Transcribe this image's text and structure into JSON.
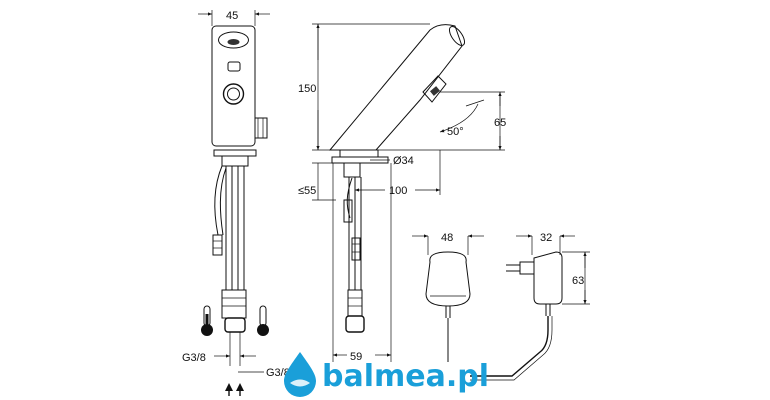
{
  "dimensions": {
    "front_width": "45",
    "height_total": "150",
    "spout_height": "65",
    "spout_angle": "50°",
    "base_diameter": "Ø34",
    "projection": "100",
    "min_depth": "≤55",
    "connection_spacing": "59",
    "thread_left": "G3/8",
    "thread_right": "G3/8",
    "power_box_width": "48",
    "adapter_width": "32",
    "adapter_height": "63"
  },
  "logo": {
    "text": "balmea.pl",
    "brand_color": "#1a9fd9"
  },
  "colors": {
    "ink": "#111111",
    "background": "#ffffff"
  },
  "icons": [
    "thermometer-hot-icon",
    "thermometer-cold-icon",
    "arrow-up-icon",
    "drop-icon"
  ]
}
